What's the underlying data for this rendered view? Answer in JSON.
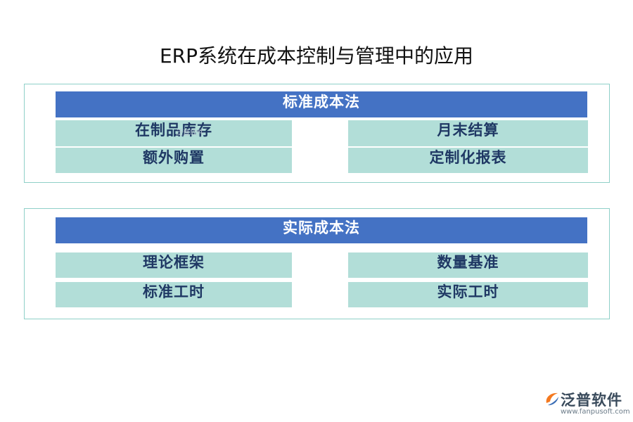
{
  "title": "ERP系统在成本控制与管理中的应用",
  "sections": [
    {
      "header": "标准成本法",
      "left": [
        "在制品库存",
        "额外购置"
      ],
      "right": [
        "月末结算",
        "定制化报表"
      ]
    },
    {
      "header": "实际成本法",
      "left": [
        "理论框架",
        "标准工时"
      ],
      "right": [
        "数量基准",
        "实际工时"
      ]
    }
  ],
  "watermark": "泛普软件",
  "logo": {
    "name": "泛普软件",
    "url": "www.fanpusoft.com"
  },
  "colors": {
    "header_bg": "#4472c4",
    "cell_bg": "#b2ded8",
    "panel_border": "#8fd0c8",
    "cell_text": "#1f3864"
  }
}
